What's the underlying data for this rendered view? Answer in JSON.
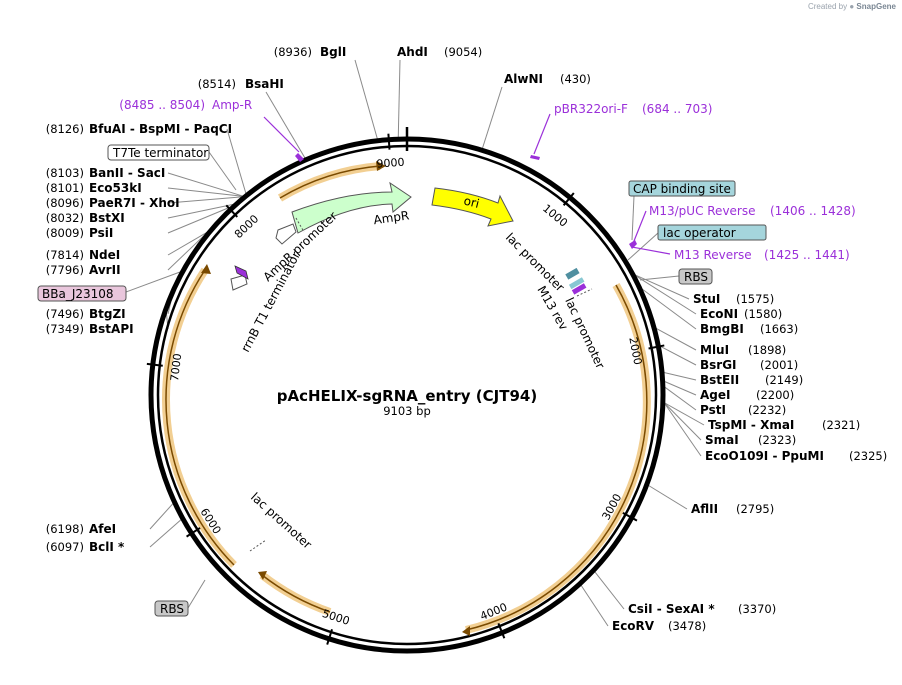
{
  "app": {
    "credit_prefix": "Created by",
    "credit_brand": "SnapGene"
  },
  "plasmid": {
    "name": "pAcHELIX-sgRNA_entry (CJT94)",
    "size": "9103 bp",
    "length": 9103
  },
  "ticks": [
    {
      "pos": 1000,
      "label": "1000"
    },
    {
      "pos": 2000,
      "label": "2000"
    },
    {
      "pos": 3000,
      "label": "3000"
    },
    {
      "pos": 4000,
      "label": "4000"
    },
    {
      "pos": 5000,
      "label": "5000"
    },
    {
      "pos": 6000,
      "label": "6000"
    },
    {
      "pos": 7000,
      "label": "7000"
    },
    {
      "pos": 8000,
      "label": "8000"
    },
    {
      "pos": 9000,
      "label": "9000"
    }
  ],
  "enzymes_left": [
    {
      "pos": 8936,
      "pos_text": "(8936)",
      "name": "BglI"
    },
    {
      "pos": 8514,
      "pos_text": "(8514)",
      "name": "BsaHI"
    },
    {
      "pos": 8126,
      "pos_text": "(8126)",
      "name": "BfuAI  -  BspMI  -  PaqCI"
    },
    {
      "pos": 8103,
      "pos_text": "(8103)",
      "name": "BanII   -  SacI"
    },
    {
      "pos": 8101,
      "pos_text": "(8101)",
      "name": "Eco53kI"
    },
    {
      "pos": 8096,
      "pos_text": "(8096)",
      "name": "PaeR7I  -  XhoI"
    },
    {
      "pos": 8032,
      "pos_text": "(8032)",
      "name": "BstXI"
    },
    {
      "pos": 8009,
      "pos_text": "(8009)",
      "name": "PsiI"
    },
    {
      "pos": 7814,
      "pos_text": "(7814)",
      "name": "NdeI"
    },
    {
      "pos": 7796,
      "pos_text": "(7796)",
      "name": "AvrII"
    },
    {
      "pos": 7496,
      "pos_text": "(7496)",
      "name": "BtgZI"
    },
    {
      "pos": 7349,
      "pos_text": "(7349)",
      "name": "BstAPI"
    },
    {
      "pos": 6198,
      "pos_text": "(6198)",
      "name": "AfeI"
    },
    {
      "pos": 6097,
      "pos_text": "(6097)",
      "name": "BclI *"
    }
  ],
  "enzymes_right": [
    {
      "pos": 9054,
      "pos_text": "(9054)",
      "name": "AhdI"
    },
    {
      "pos": 430,
      "pos_text": "(430)",
      "name": "AlwNI"
    },
    {
      "pos": 1575,
      "pos_text": "(1575)",
      "name": "StuI"
    },
    {
      "pos": 1580,
      "pos_text": "(1580)",
      "name": "EcoNI"
    },
    {
      "pos": 1663,
      "pos_text": "(1663)",
      "name": "BmgBI"
    },
    {
      "pos": 1898,
      "pos_text": "(1898)",
      "name": "MluI"
    },
    {
      "pos": 2001,
      "pos_text": "(2001)",
      "name": "BsrGI"
    },
    {
      "pos": 2149,
      "pos_text": "(2149)",
      "name": "BstEII"
    },
    {
      "pos": 2200,
      "pos_text": "(2200)",
      "name": "AgeI"
    },
    {
      "pos": 2232,
      "pos_text": "(2232)",
      "name": "PstI"
    },
    {
      "pos": 2321,
      "pos_text": "(2321)",
      "name": "TspMI  -  XmaI"
    },
    {
      "pos": 2323,
      "pos_text": "(2323)",
      "name": "SmaI"
    },
    {
      "pos": 2325,
      "pos_text": "(2325)",
      "name": "EcoO109I  -  PpuMI"
    },
    {
      "pos": 2795,
      "pos_text": "(2795)",
      "name": "AflII"
    },
    {
      "pos": 3370,
      "pos_text": "(3370)",
      "name": "CsiI  -  SexAI *"
    },
    {
      "pos": 3478,
      "pos_text": "(3478)",
      "name": "EcoRV"
    }
  ],
  "primers": [
    {
      "name": "Amp-R",
      "range": "(8485 .. 8504)"
    },
    {
      "name": "pBR322ori-F",
      "range": "(684 .. 703)"
    },
    {
      "name": "M13/pUC Reverse",
      "range": "(1406 .. 1428)"
    },
    {
      "name": "M13 Reverse",
      "range": "(1425 .. 1441)"
    }
  ],
  "boxed_features": [
    {
      "name": "T7Te terminator",
      "style": "white"
    },
    {
      "name": "BBa_J23108",
      "style": "pink"
    },
    {
      "name": "CAP binding site",
      "style": "teal"
    },
    {
      "name": "lac operator",
      "style": "teal"
    },
    {
      "name": "RBS",
      "style": "gray"
    },
    {
      "name": "RBS",
      "style": "gray"
    }
  ],
  "inner_features": [
    {
      "name": "ori",
      "color": "#ffff00"
    },
    {
      "name": "AmpR",
      "color": "#ccffcc"
    },
    {
      "name": "AmpR promoter"
    },
    {
      "name": "rrnB T1 terminator"
    },
    {
      "name": "lac promoter"
    },
    {
      "name": "M13 rev"
    },
    {
      "name": "lac promoter"
    },
    {
      "name": "lac promoter"
    }
  ],
  "colors": {
    "backbone": "#000000",
    "orf_fill": "#f6dfb0",
    "orf_edge": "#e8a838",
    "orf_arrow": "#9c5a00",
    "primer": "#9b30d9",
    "teal_box": "#a5d5dc",
    "pink_box": "#e9c6dc",
    "gray_box": "#c8c8c8"
  }
}
